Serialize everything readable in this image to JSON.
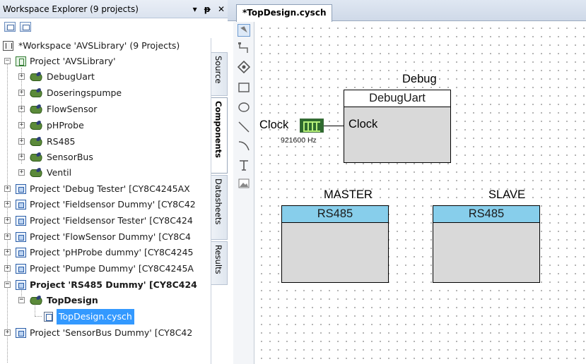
{
  "explorer": {
    "title": "Workspace Explorer (9 projects)",
    "controls": [
      "▾",
      "ᵽ",
      "✕"
    ],
    "workspace_label": "*Workspace 'AVSLibrary' (9 Projects)",
    "project_avslibrary": "Project  'AVSLibrary'",
    "components": [
      "DebugUart",
      "Doseringspumpe",
      "FlowSensor",
      "pHProbe",
      "RS485",
      "SensorBus",
      "Ventil"
    ],
    "projects": [
      "Project  'Debug Tester' [CY8C4245AX",
      "Project  'Fieldsensor Dummy' [CY8C42",
      "Project  'Fieldsensor Tester' [CY8C424",
      "Project  'FlowSensor Dummy' [CY8C4",
      "Project  'pHProbe dummy' [CY8C4245",
      "Project  'Pumpe Dummy' [CY8C4245A"
    ],
    "active_project": "Project  'RS485 Dummy' [CY8C424",
    "topdesign_folder": "TopDesign",
    "topdesign_file": "TopDesign.cysch",
    "last_project": "Project  'SensorBus Dummy' [CY8C42"
  },
  "side_tabs": [
    "Source",
    "Components",
    "Datasheets",
    "Results"
  ],
  "editor": {
    "tab_label": "*TopDesign.cysch"
  },
  "canvas": {
    "debug_instance": "Debug",
    "debug_component": "DebugUart",
    "debug_pin": "Clock",
    "clock_label": "Clock",
    "clock_freq": "921600 Hz",
    "master_instance": "MASTER",
    "master_component": "RS485",
    "slave_instance": "SLAVE",
    "slave_component": "RS485"
  }
}
